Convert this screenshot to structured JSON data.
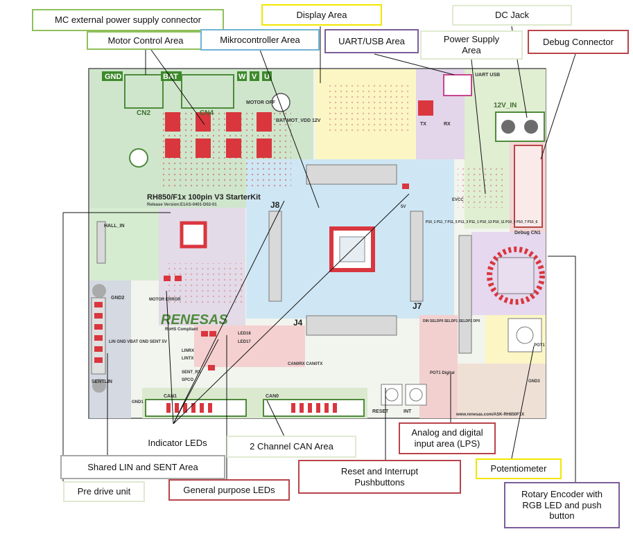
{
  "colors": {
    "green": "#8fbf5a",
    "yellow": "#f2e600",
    "blue": "#6fb3d2",
    "purple": "#7a5d9a",
    "red": "#b8434a",
    "gray": "#a8a8a8",
    "pale": "#dfe9cf",
    "board_border": "#555555"
  },
  "callouts": {
    "mc_power": "MC external power supply connector",
    "motor_control": "Motor Control Area",
    "microcontroller": "Mikrocontroller Area",
    "display": "Display Area",
    "uart_usb": "UART/USB Area",
    "power_supply": "Power Supply Area",
    "dc_jack": "DC Jack",
    "debug": "Debug Connector",
    "indicator_leds": "Indicator LEDs",
    "can_area": "2 Channel CAN Area",
    "analog_digital": "Analog and digital input area (LPS)",
    "lin_sent": "Shared LIN and SENT Area",
    "pre_drive": "Pre drive unit",
    "gp_leds": "General purpose LEDs",
    "reset_interrupt": "Reset and Interrupt Pushbuttons",
    "potentiometer": "Potentiometer",
    "rotary": "Rotary Encoder with RGB LED and push button"
  },
  "board": {
    "title": "RH850/F1x 100pin V3 StarterKit",
    "release": "Release Version:E1AS-0401-D02-01",
    "website": "www.renesas.com/ASK-RH850F1X",
    "logo": "RENESAS",
    "rohs": "RoHS Compliant",
    "labels": {
      "gnd": "GND",
      "bat": "BAT",
      "w": "W",
      "v": "V",
      "u": "U",
      "cn2": "CN2",
      "cn4": "CN4",
      "motor_off": "MOTOR OFF",
      "bat_mot_vdd": "BAT MOT_VDD 12V",
      "j8": "J8",
      "j4": "J4",
      "j7": "J7",
      "uart_usb": "UART USB",
      "tx": "TX",
      "rx": "RX",
      "v12_in": "12V_IN",
      "debug": "Debug CN1",
      "hall_in": "HALL_IN",
      "gnd2": "GND2",
      "lin_pins": "LIN GND VBAT GND SENT 5V",
      "sentlin": "SENTLIN",
      "motor_error": "MOTOR ERROR",
      "led18": "LED18",
      "led17": "LED17",
      "linrx": "LINRX",
      "lintx": "LINTX",
      "sent_rx": "SENT_RX",
      "spco": "SPCO",
      "can0rx": "CAN0RX CAN0TX",
      "can1": "CAN1",
      "can0": "CAN0",
      "reset": "RESET",
      "int": "INT",
      "pot1": "POT1",
      "gnd3": "GND3",
      "gnd1": "GND1",
      "evcc": "EVCC",
      "v5": "5V",
      "seldp": "DIN SELDP0 SELDP1 SELDP2 DP0",
      "pot_digital": "POT1 Digital",
      "adc_pins": "P10_1 P11_7 P11_5 P11_3 P11_1 P10_13 P10_11 P10_9 P10_7 P10_6"
    }
  }
}
